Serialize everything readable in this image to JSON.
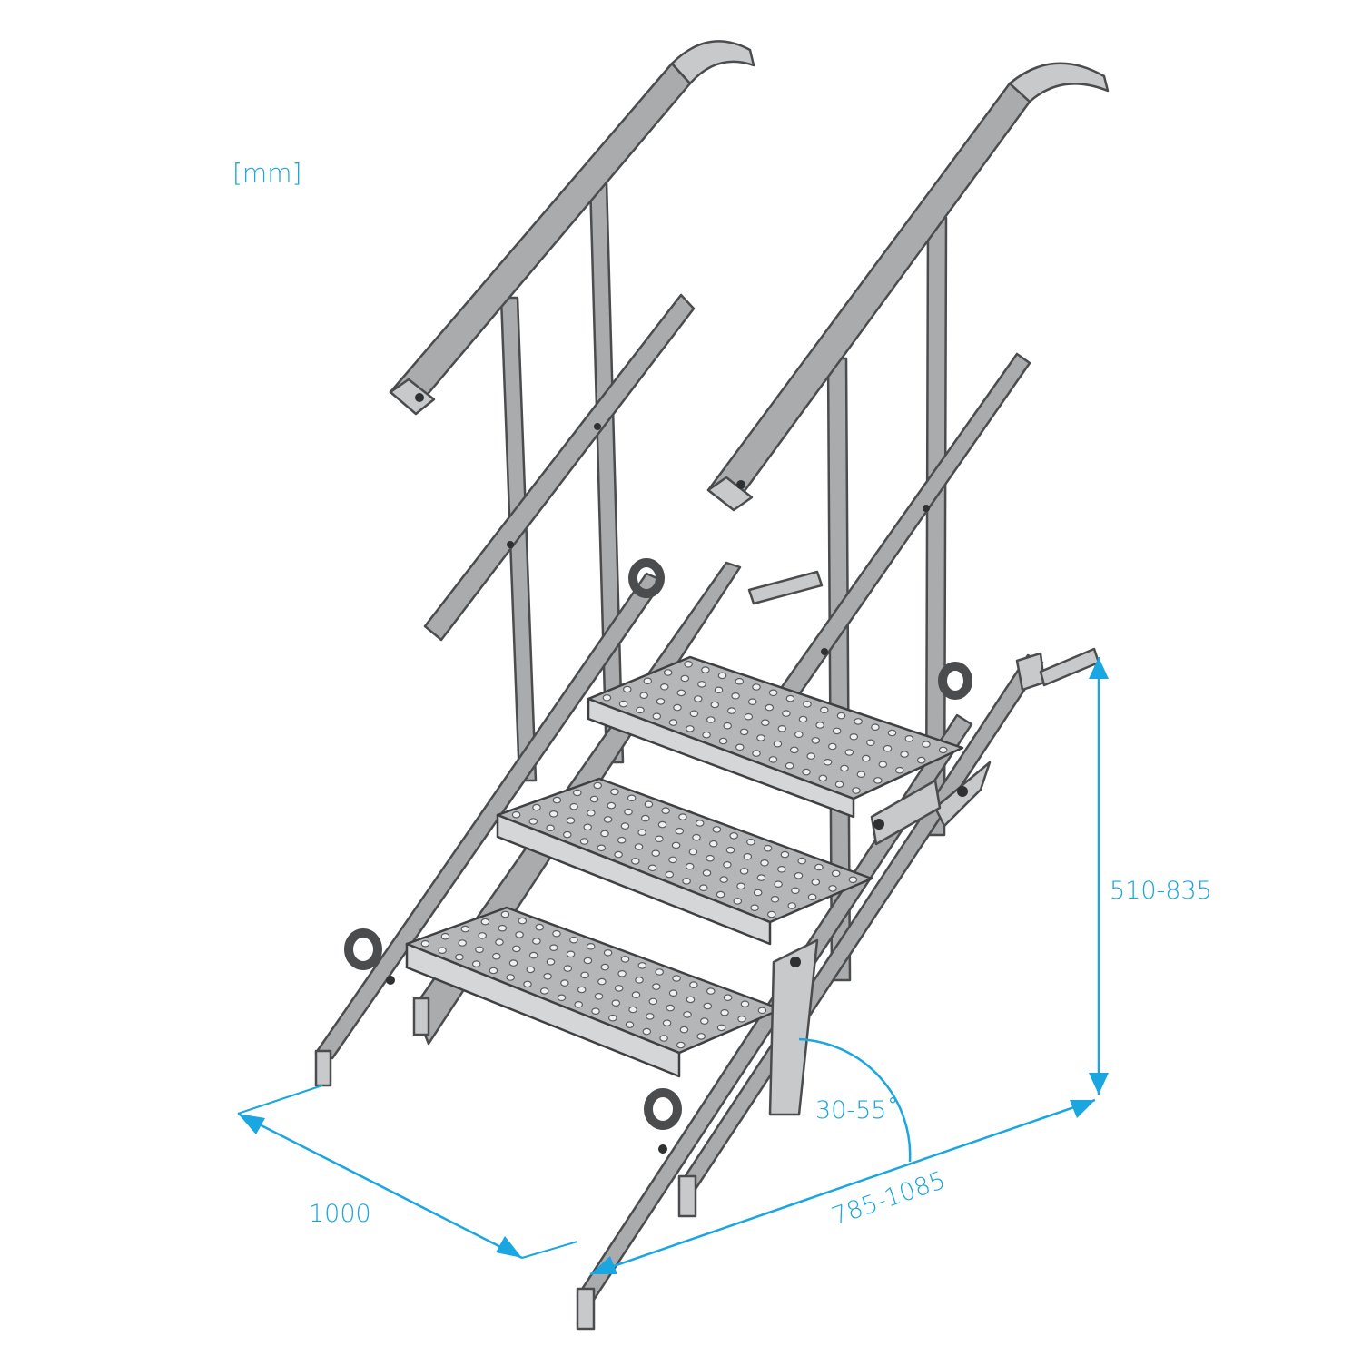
{
  "diagram": {
    "unit_label": "[mm]",
    "dimensions": {
      "width": "1000",
      "length": "785-1085",
      "height": "510-835",
      "angle": "30-55˚"
    },
    "colors": {
      "dimension": "#1aa6e0",
      "metal": "#a9abad",
      "outline": "#4a4c4e",
      "tread": "#b4b6b8"
    }
  }
}
